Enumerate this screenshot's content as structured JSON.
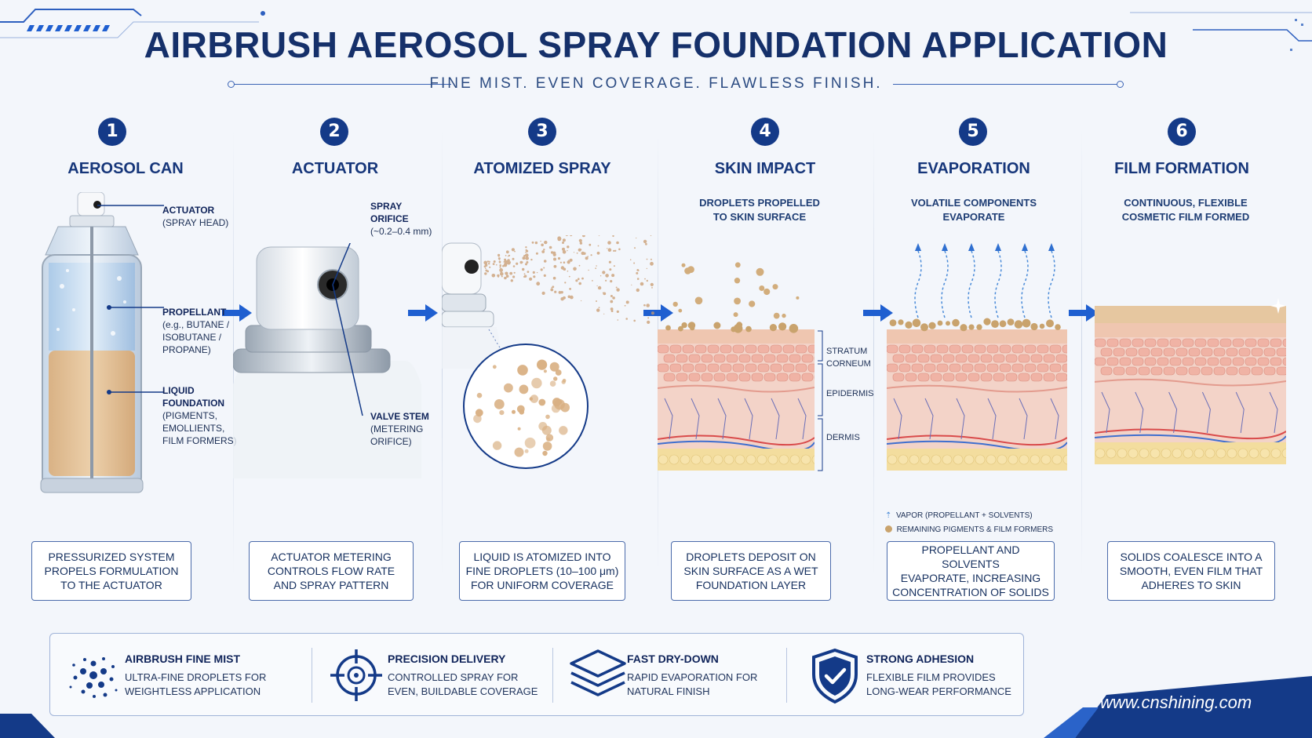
{
  "header": {
    "title": "AIRBRUSH AEROSOL SPRAY FOUNDATION APPLICATION",
    "subtitle": "FINE MIST. EVEN COVERAGE. FLAWLESS FINISH."
  },
  "steps": [
    {
      "num": "1",
      "title": "AEROSOL CAN",
      "desc_line1": "",
      "desc_line2": "",
      "caption": [
        "PRESSURIZED SYSTEM",
        "PROPELS FORMULATION",
        "TO THE ACTUATOR"
      ],
      "labels": {
        "actuator": "ACTUATOR",
        "actuator_sub": "(SPRAY HEAD)",
        "propellant": "PROPELLANT",
        "propellant_sub1": "(e.g., BUTANE /",
        "propellant_sub2": "ISOBUTANE /",
        "propellant_sub3": "PROPANE)",
        "liquid1": "LIQUID",
        "liquid2": "FOUNDATION",
        "liquid_sub1": "(PIGMENTS,",
        "liquid_sub2": "EMOLLIENTS,",
        "liquid_sub3": "FILM FORMERS)"
      }
    },
    {
      "num": "2",
      "title": "ACTUATOR",
      "desc_line1": "",
      "desc_line2": "",
      "caption": [
        "ACTUATOR METERING",
        "CONTROLS FLOW RATE",
        "AND SPRAY PATTERN"
      ],
      "labels": {
        "orifice": "SPRAY ORIFICE",
        "orifice_sub": "(~0.2–0.4 mm)",
        "valve": "VALVE STEM",
        "valve_sub1": "(METERING",
        "valve_sub2": "ORIFICE)"
      }
    },
    {
      "num": "3",
      "title": "ATOMIZED SPRAY",
      "desc_line1": "",
      "desc_line2": "",
      "caption": [
        "LIQUID IS ATOMIZED INTO",
        "FINE DROPLETS (10–100 μm)",
        "FOR UNIFORM COVERAGE"
      ]
    },
    {
      "num": "4",
      "title": "SKIN IMPACT",
      "desc_line1": "DROPLETS PROPELLED",
      "desc_line2": "TO SKIN SURFACE",
      "caption": [
        "DROPLETS DEPOSIT ON",
        "SKIN SURFACE AS A WET",
        "FOUNDATION LAYER"
      ],
      "labels": {
        "stratum1": "STRATUM",
        "stratum2": "CORNEUM",
        "epidermis": "EPIDERMIS",
        "dermis": "DERMIS"
      }
    },
    {
      "num": "5",
      "title": "EVAPORATION",
      "desc_line1": "VOLATILE COMPONENTS",
      "desc_line2": "EVAPORATE",
      "caption": [
        "PROPELLANT AND SOLVENTS",
        "EVAPORATE, INCREASING",
        "CONCENTRATION OF SOLIDS"
      ],
      "legend": {
        "vapor": "VAPOR (PROPELLANT + SOLVENTS)",
        "solids": "REMAINING PIGMENTS & FILM FORMERS"
      }
    },
    {
      "num": "6",
      "title": "FILM FORMATION",
      "desc_line1": "CONTINUOUS, FLEXIBLE",
      "desc_line2": "COSMETIC FILM FORMED",
      "caption": [
        "SOLIDS COALESCE INTO A",
        "SMOOTH, EVEN FILM THAT",
        "ADHERES TO SKIN"
      ]
    }
  ],
  "features": [
    {
      "icon": "dots-mist-icon",
      "title": "AIRBRUSH FINE MIST",
      "line1": "ULTRA-FINE DROPLETS FOR",
      "line2": "WEIGHTLESS APPLICATION"
    },
    {
      "icon": "crosshair-icon",
      "title": "PRECISION DELIVERY",
      "line1": "CONTROLLED SPRAY FOR",
      "line2": "EVEN, BUILDABLE COVERAGE"
    },
    {
      "icon": "layers-icon",
      "title": "FAST DRY-DOWN",
      "line1": "RAPID EVAPORATION FOR",
      "line2": "NATURAL FINISH"
    },
    {
      "icon": "shield-check-icon",
      "title": "STRONG ADHESION",
      "line1": "FLEXIBLE FILM PROVIDES",
      "line2": "LONG-WEAR PERFORMANCE"
    }
  ],
  "footer": {
    "url": "www.cnshining.com"
  },
  "colors": {
    "navy": "#143a88",
    "accent": "#1f5fd0",
    "skin": "#f2c5b8",
    "foundation": "#e8c9a0",
    "fat": "#f4dc9c"
  }
}
